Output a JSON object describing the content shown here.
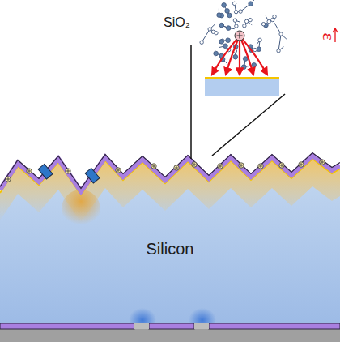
{
  "diagram": {
    "nodes": [
      {
        "text": [
          "Silicon"
        ]
      }
    ],
    "labels": [
      "SiO₂",
      "ε"
    ]
  }
}
